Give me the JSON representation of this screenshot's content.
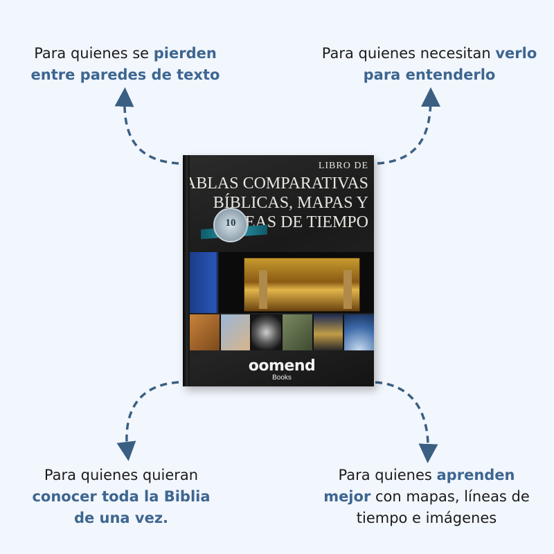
{
  "callouts": {
    "top_left": {
      "pre": "Para quienes se ",
      "hl": "pierden entre paredes de texto"
    },
    "top_right": {
      "pre": "Para quienes necesitan ",
      "hl": "verlo para entenderlo"
    },
    "bottom_left": {
      "pre": "Para quienes quieran ",
      "hl": "conocer toda la Biblia de una vez."
    },
    "bottom_right": {
      "pre": "Para quienes ",
      "hl": "aprenden mejor",
      "post": " con mapas, líneas de tiempo e imágenes"
    }
  },
  "book": {
    "kicker": "LIBRO DE",
    "title_line1": "TABLAS COMPARATIVAS",
    "title_line2": "BÍBLICAS, MAPAS Y",
    "title_line3": "LÍNEAS DE TIEMPO",
    "seal_number": "10",
    "publisher": "oomend",
    "publisher_sub": "Books"
  },
  "colors": {
    "background": "#f2f6fd",
    "highlight": "#3d6690",
    "arrow": "#3a5f82"
  }
}
